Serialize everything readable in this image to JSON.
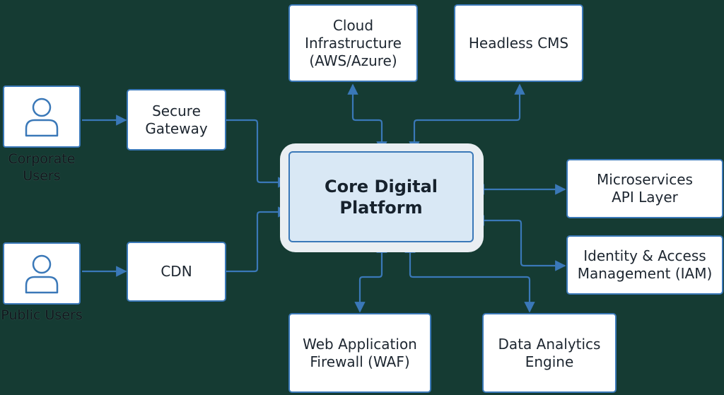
{
  "users": {
    "corporate": {
      "label": "Corporate\nUsers",
      "icon": "user-icon"
    },
    "public": {
      "label": "Public Users",
      "icon": "user-icon"
    }
  },
  "nodes": {
    "secure_gateway": "Secure\nGateway",
    "cdn": "CDN",
    "cloud_infrastructure": "Cloud\nInfrastructure\n(AWS/Azure)",
    "headless_cms": "Headless CMS",
    "core_platform": "Core Digital\nPlatform",
    "microservices": "Microservices\nAPI Layer",
    "iam": "Identity & Access\nManagement (IAM)",
    "waf": "Web Application\nFirewall (WAF)",
    "analytics": "Data Analytics\nEngine"
  },
  "colors": {
    "background": "#153b33",
    "box_border": "#3a78b8",
    "core_fill": "#d9e8f5",
    "arrow": "#3a78b8"
  }
}
